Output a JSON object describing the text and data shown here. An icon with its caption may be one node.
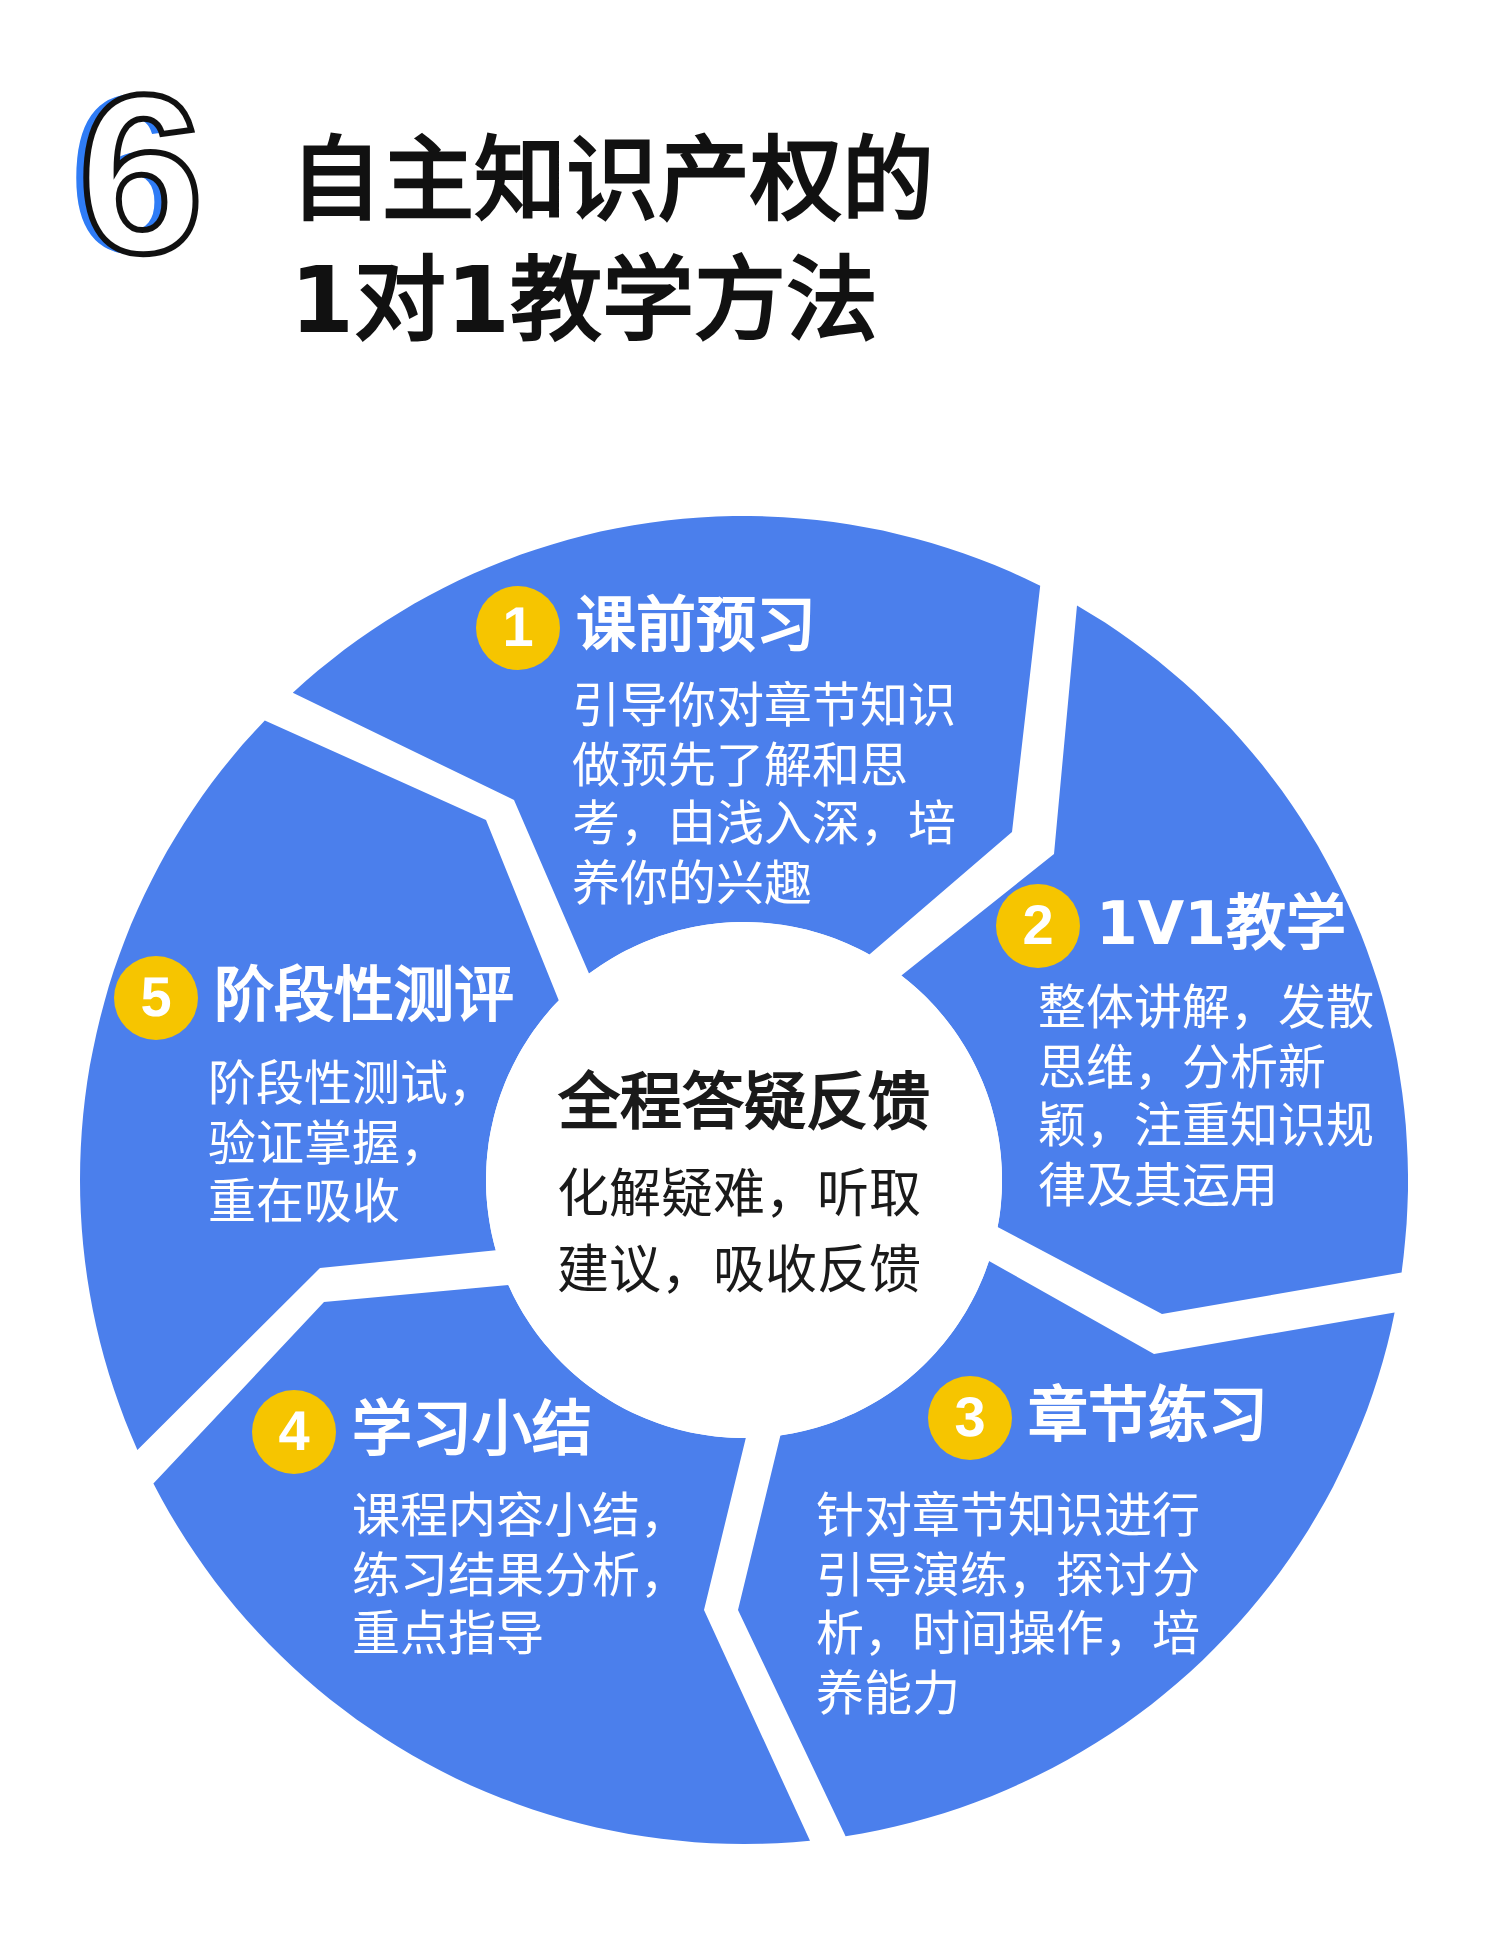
{
  "diagram": {
    "title": "自主知识产权的1对1教学方法",
    "nodes": [
      {
        "text": [
          "课前预习",
          "引导你对章节知识做预先了解和思考，由浅入深，培养你的兴趣"
        ]
      },
      {
        "text": [
          "1"
        ],
        "in": 0
      },
      {
        "text": [
          "1V1教学",
          "整体讲解，发散思维，分析新颖，注重知识规律及其运用"
        ]
      },
      {
        "text": [
          "2"
        ],
        "in": 2
      },
      {
        "text": [
          "阶段性测评",
          "阶段性测试，验证掌握，重在吸收"
        ]
      },
      {
        "text": [
          "5"
        ],
        "in": 4
      },
      {
        "text": [
          "全程答疑反馈",
          "化解疑难，听取建议，吸收反馈"
        ]
      },
      {
        "text": [
          "学习小结",
          "课程内容小结，练习结果分析，重点指导"
        ]
      },
      {
        "text": [
          "4"
        ],
        "in": 7
      },
      {
        "text": [
          "章节练习",
          "针对章节知识进行引导演练，探讨分析，时间操作，培养能力"
        ]
      },
      {
        "text": [
          "3"
        ],
        "in": 9
      }
    ],
    "labels": [
      "6"
    ]
  }
}
